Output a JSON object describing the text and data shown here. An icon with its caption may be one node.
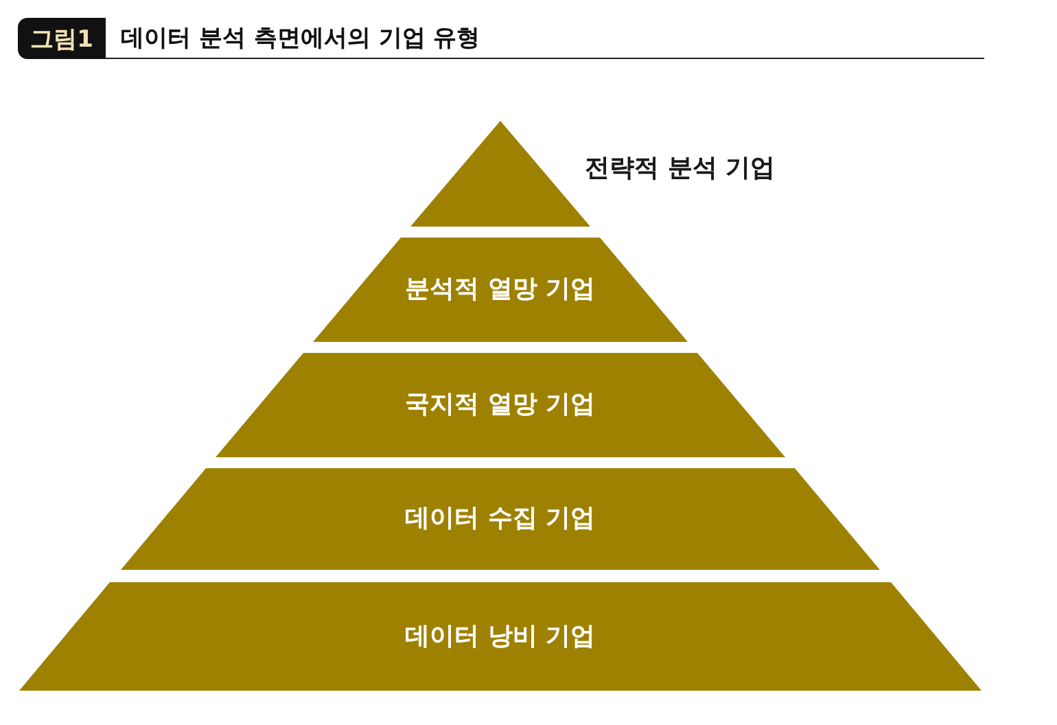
{
  "diagram": {
    "title": "데이터 분석 측면에서의 기업 유형",
    "nodes": [
      {
        "text": [],
        "shape": "triangle",
        "beside": [
          "전략적 분석 기업"
        ]
      },
      {
        "text": [
          "분석적 열망 기업"
        ]
      },
      {
        "text": [
          "국지적 열망 기업"
        ]
      },
      {
        "text": [
          "데이터 수집 기업"
        ]
      },
      {
        "text": [
          "데이터 낭비 기업"
        ]
      }
    ],
    "labels": [
      "그림1"
    ]
  }
}
